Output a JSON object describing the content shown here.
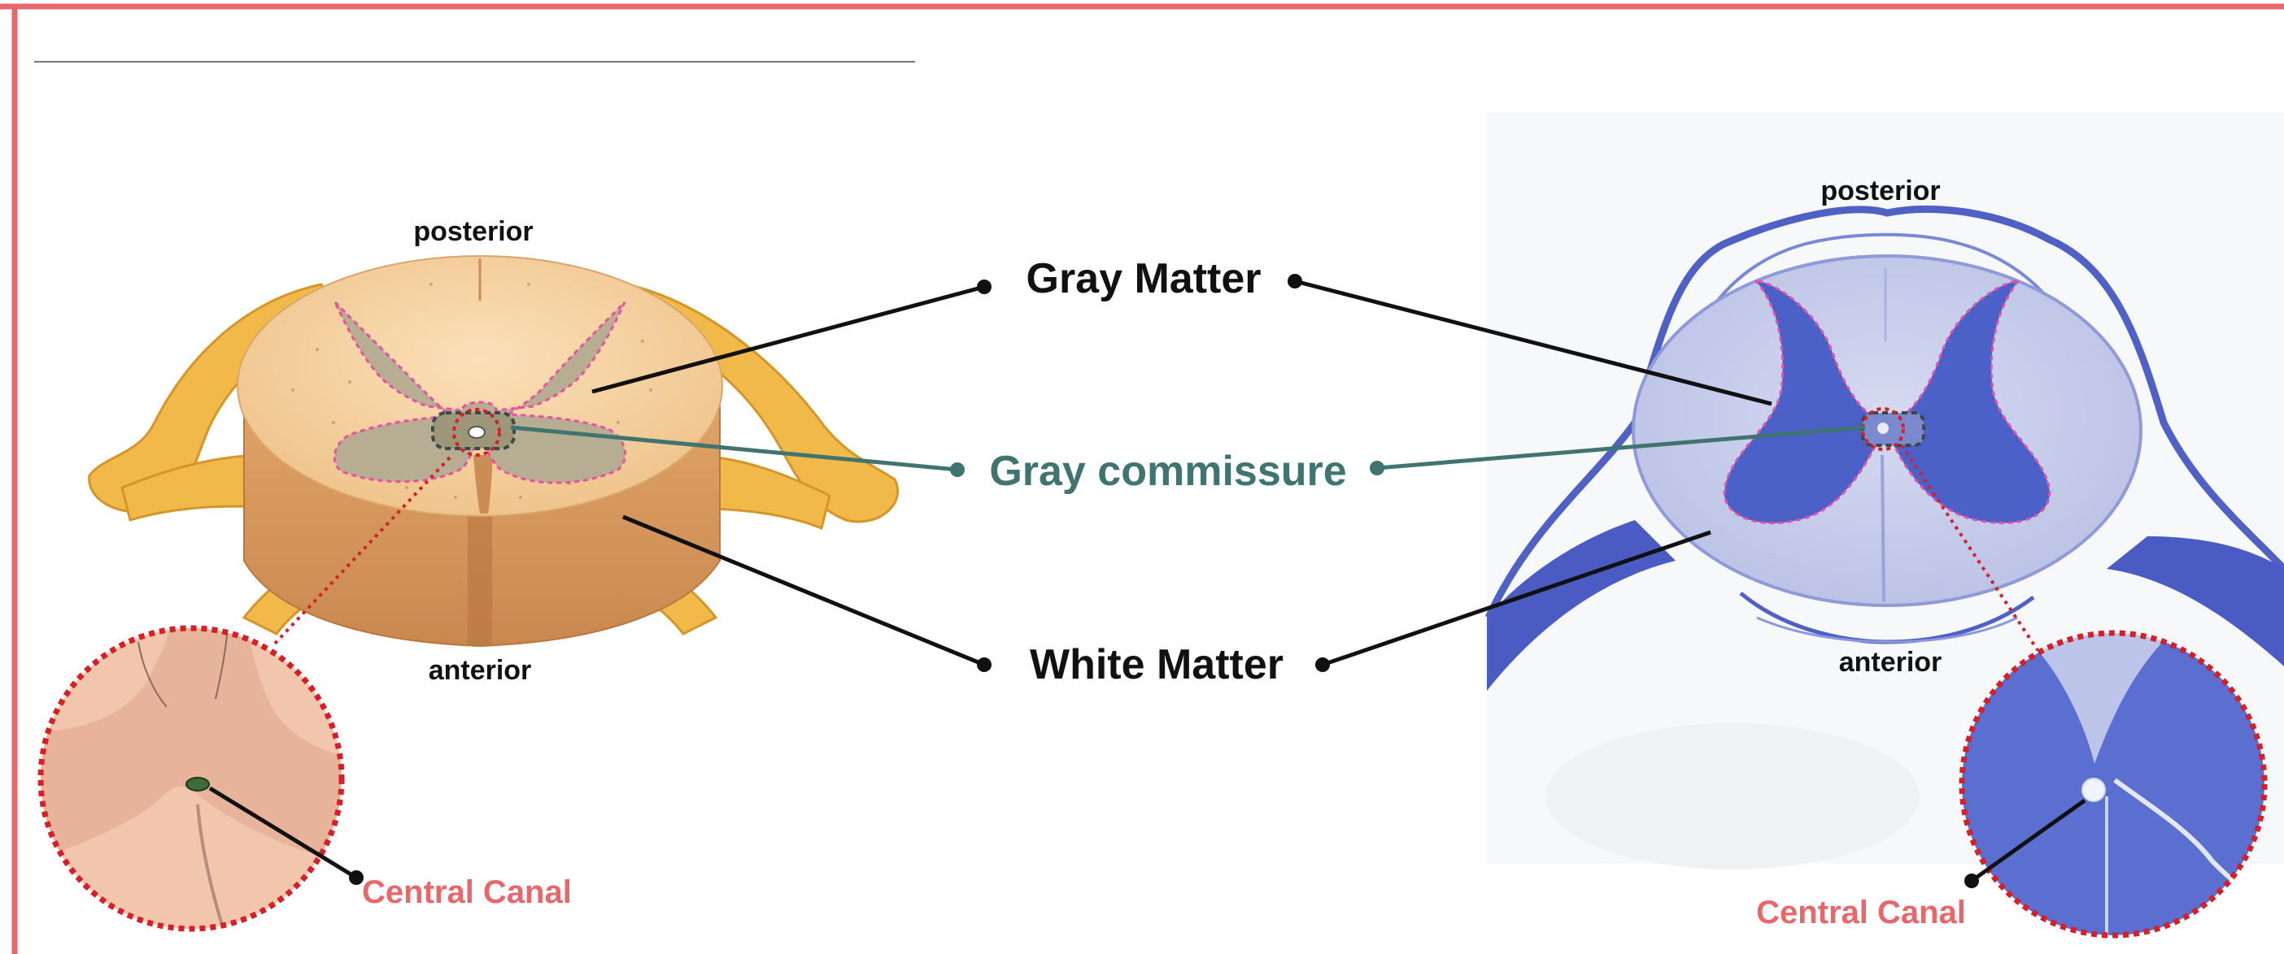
{
  "colors": {
    "frame": "#e8676b",
    "canal_label": "#e8676b",
    "commissure_label": "#3f7471",
    "leader": "#111111",
    "commissure_leader": "#3f7471",
    "gray_matter_outline": "#ea4fa3",
    "illustration_white_matter": "#f6cf9c",
    "illustration_gray_matter": "#b6ad92",
    "nerve_root": "#f0b94a",
    "stain_white_matter": "#c5cbea",
    "stain_gray_matter": "#4b61c8",
    "stain_meninges": "#5061c6",
    "magnifier_ring": "#d61f26"
  },
  "left_panel": {
    "posterior_label": "posterior",
    "anterior_label": "anterior",
    "central_canal_label": "Central Canal"
  },
  "center": {
    "gray_matter_label": "Gray Matter",
    "gray_commissure_label": "Gray commissure",
    "white_matter_label": "White Matter"
  },
  "right_panel": {
    "posterior_label": "posterior",
    "anterior_label": "anterior",
    "central_canal_label": "Central Canal"
  }
}
